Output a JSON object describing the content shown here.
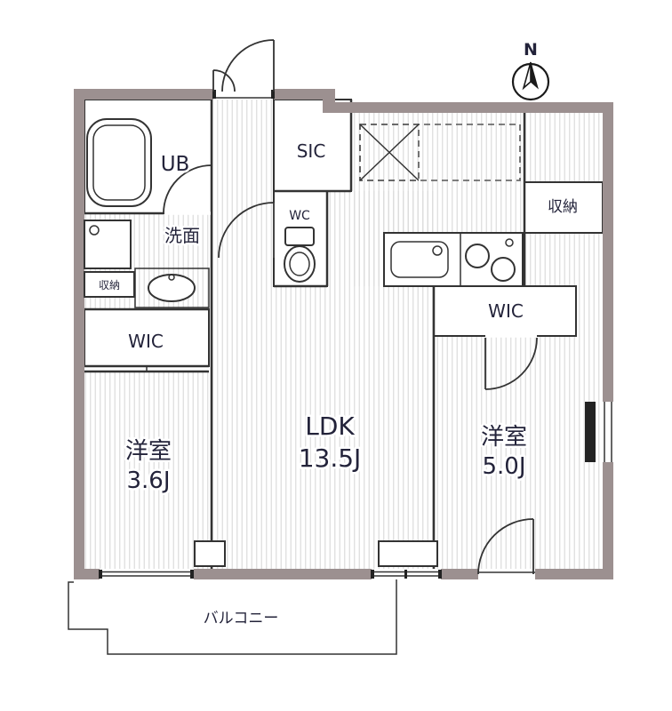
{
  "colors": {
    "wall": "#9c9090",
    "line": "#333333",
    "hatch": "#dcdcdc",
    "text": "#23233a"
  },
  "north": {
    "label": "N"
  },
  "rooms": {
    "ub": {
      "label": "UB"
    },
    "washroom": {
      "label": "洗面"
    },
    "storage_small": {
      "label": "収納"
    },
    "wic_left": {
      "label": "WIC"
    },
    "bedroom_left": {
      "name": "洋室",
      "size": "3.6J"
    },
    "sic": {
      "label": "SIC"
    },
    "wc": {
      "label": "WC"
    },
    "ldk": {
      "name": "LDK",
      "size": "13.5J"
    },
    "storage_right": {
      "label": "収納"
    },
    "wic_right": {
      "label": "WIC"
    },
    "bedroom_right": {
      "name": "洋室",
      "size": "5.0J"
    },
    "balcony": {
      "label": "バルコニー"
    }
  }
}
